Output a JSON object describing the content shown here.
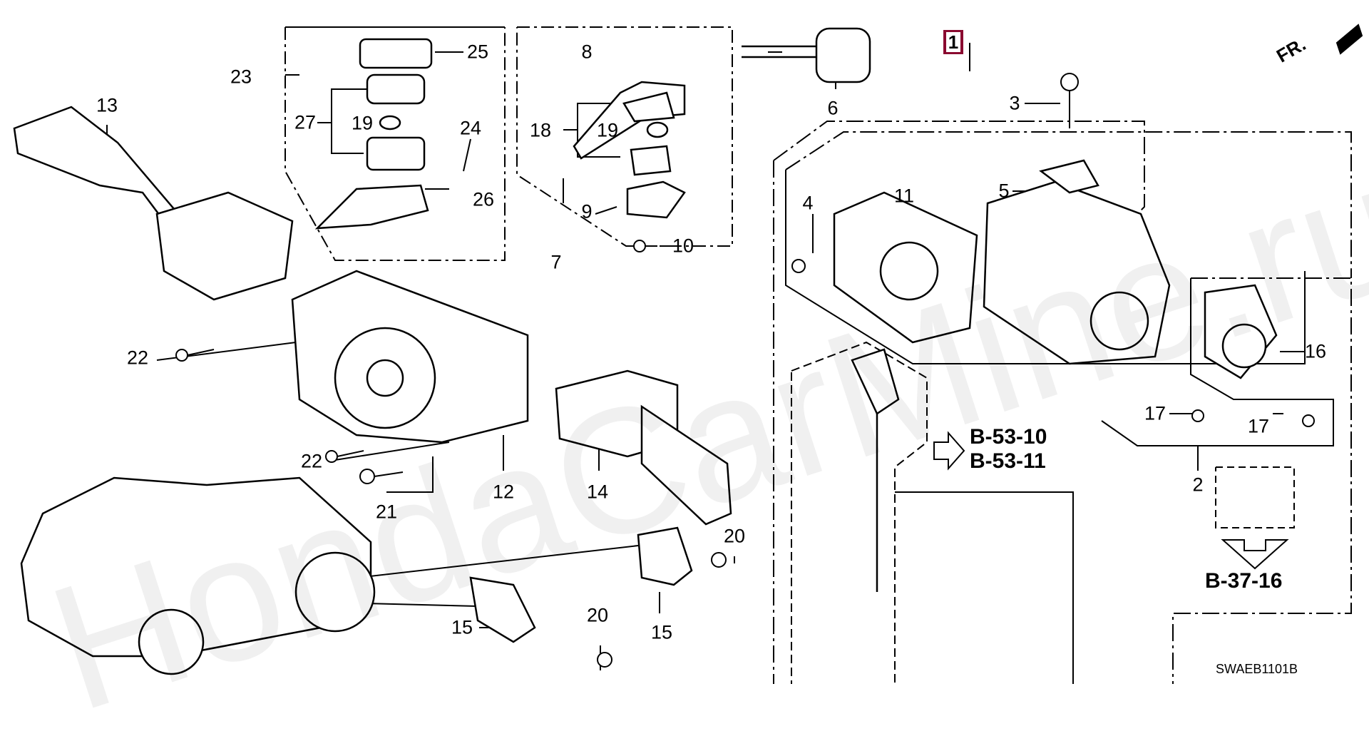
{
  "diagram": {
    "title": "Honda CR-V combination switch / ignition lock parts diagram",
    "figure_code": "SWAEB1101B",
    "watermark": "HondaCarMine.ru",
    "direction_indicator": "FR.",
    "main_assembly_badge": "1",
    "callouts": [
      {
        "id": "c25",
        "text": "25"
      },
      {
        "id": "c23",
        "text": "23"
      },
      {
        "id": "c27",
        "text": "27"
      },
      {
        "id": "c19a",
        "text": "19"
      },
      {
        "id": "c24",
        "text": "24"
      },
      {
        "id": "c26",
        "text": "26"
      },
      {
        "id": "c13",
        "text": "13"
      },
      {
        "id": "c8",
        "text": "8"
      },
      {
        "id": "c18",
        "text": "18"
      },
      {
        "id": "c19b",
        "text": "19"
      },
      {
        "id": "c9",
        "text": "9"
      },
      {
        "id": "c10",
        "text": "10"
      },
      {
        "id": "c7",
        "text": "7"
      },
      {
        "id": "c6",
        "text": "6"
      },
      {
        "id": "c3",
        "text": "3"
      },
      {
        "id": "c5",
        "text": "5"
      },
      {
        "id": "c4",
        "text": "4"
      },
      {
        "id": "c11",
        "text": "11"
      },
      {
        "id": "c16",
        "text": "16"
      },
      {
        "id": "c17a",
        "text": "17"
      },
      {
        "id": "c17b",
        "text": "17"
      },
      {
        "id": "c2",
        "text": "2"
      },
      {
        "id": "c22a",
        "text": "22"
      },
      {
        "id": "c22b",
        "text": "22"
      },
      {
        "id": "c21",
        "text": "21"
      },
      {
        "id": "c12",
        "text": "12"
      },
      {
        "id": "c14",
        "text": "14"
      },
      {
        "id": "c20a",
        "text": "20"
      },
      {
        "id": "c20b",
        "text": "20"
      },
      {
        "id": "c15a",
        "text": "15"
      },
      {
        "id": "c15b",
        "text": "15"
      }
    ],
    "references": [
      {
        "id": "ref1",
        "text": "B-53-10"
      },
      {
        "id": "ref2",
        "text": "B-53-11"
      },
      {
        "id": "ref3",
        "text": "B-37-16"
      }
    ]
  }
}
